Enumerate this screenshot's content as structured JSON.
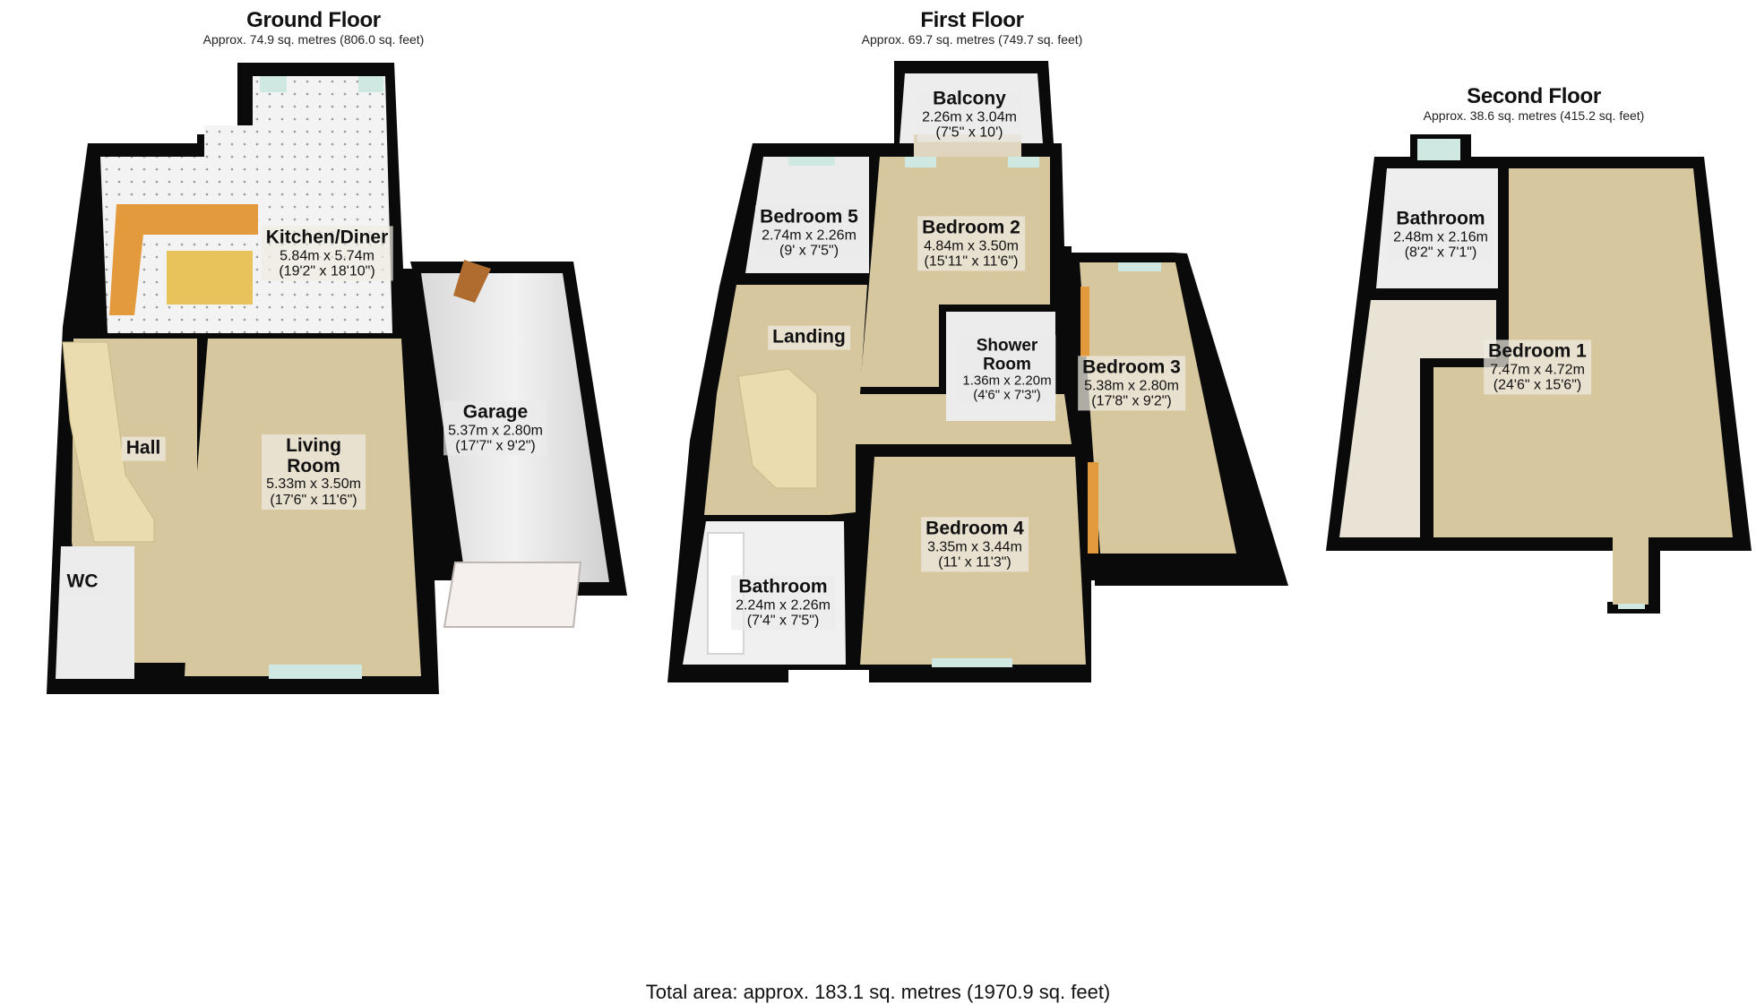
{
  "floors": [
    {
      "name": "Ground Floor",
      "area": "Approx. 74.9 sq. metres (806.0 sq. feet)",
      "rooms": [
        {
          "name": "Kitchen/Diner",
          "metric": "5.84m x 5.74m",
          "imperial": "(19'2\" x 18'10\")"
        },
        {
          "name": "Hall",
          "metric": "",
          "imperial": ""
        },
        {
          "name": "Living Room",
          "metric": "5.33m x 3.50m",
          "imperial": "(17'6\" x 11'6\")"
        },
        {
          "name": "Garage",
          "metric": "5.37m x 2.80m",
          "imperial": "(17'7\" x 9'2\")"
        },
        {
          "name": "WC",
          "metric": "",
          "imperial": ""
        }
      ]
    },
    {
      "name": "First Floor",
      "area": "Approx. 69.7 sq. metres (749.7 sq. feet)",
      "rooms": [
        {
          "name": "Balcony",
          "metric": "2.26m x 3.04m",
          "imperial": "(7'5\" x 10')"
        },
        {
          "name": "Bedroom 5",
          "metric": "2.74m x 2.26m",
          "imperial": "(9' x 7'5\")"
        },
        {
          "name": "Bedroom 2",
          "metric": "4.84m x 3.50m",
          "imperial": "(15'11\" x 11'6\")"
        },
        {
          "name": "Landing",
          "metric": "",
          "imperial": ""
        },
        {
          "name": "Shower Room",
          "metric": "1.36m x 2.20m",
          "imperial": "(4'6\" x 7'3\")"
        },
        {
          "name": "Bedroom 3",
          "metric": "5.38m x 2.80m",
          "imperial": "(17'8\" x 9'2\")"
        },
        {
          "name": "Bedroom 4",
          "metric": "3.35m x 3.44m",
          "imperial": "(11' x 11'3\")"
        },
        {
          "name": "Bathroom",
          "metric": "2.24m x 2.26m",
          "imperial": "(7'4\" x 7'5\")"
        }
      ]
    },
    {
      "name": "Second Floor",
      "area": "Approx. 38.6 sq. metres (415.2 sq. feet)",
      "rooms": [
        {
          "name": "Bathroom",
          "metric": "2.48m x 2.16m",
          "imperial": "(8'2\" x 7'1\")"
        },
        {
          "name": "Bedroom 1",
          "metric": "7.47m x 4.72m",
          "imperial": "(24'6\" x 15'6\")"
        }
      ]
    }
  ],
  "total_area": "Total area: approx. 183.1 sq. metres (1970.9 sq. feet)",
  "colors": {
    "wall": "#0a0a0a",
    "carpet": "#d6c79e",
    "tile_floor": "#f2f2f2",
    "garage_floor": "#e6e6e6",
    "worktop": "#e39a3c",
    "stairs": "#eadcae",
    "window_glass": "#cfe8e2"
  }
}
